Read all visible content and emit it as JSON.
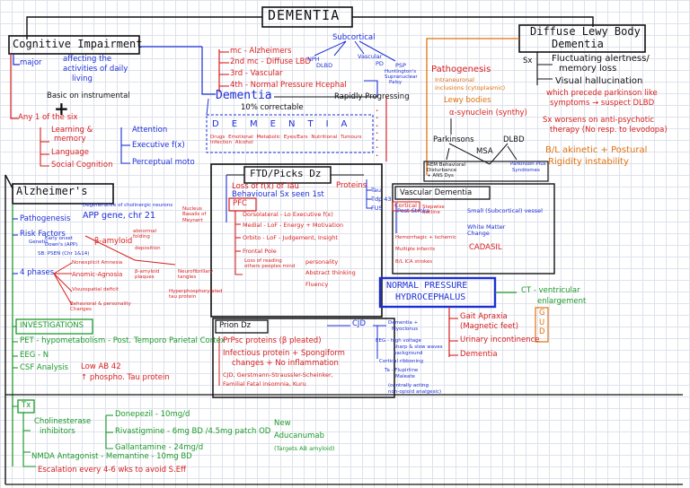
{
  "title": "DEMENTIA",
  "cognitive": {
    "heading": "Cognitive Impairment",
    "major": "major",
    "major_desc1": "affecting the",
    "major_desc2": "activities of daily",
    "major_desc3": "living",
    "basic": "Basic on instrumental",
    "plus": "+",
    "any_of_six": "Any 1 of the six",
    "learning1": "Learning &",
    "learning2": "memory",
    "language": "Language",
    "social": "Social Cognition",
    "attention": "Attention",
    "executive": "Executive f(x)",
    "perceptual": "Perceptual moto"
  },
  "causes": {
    "mc": "mc - Alzheimers",
    "second": "2nd mc - Diffuse LBD",
    "third": "3rd - Vascular",
    "fourth": "4th - Normal Pressure Hcephal",
    "subcortical": "Subcortical",
    "nph": "NPH",
    "dlbd": "DLBD",
    "vascular": "Vascular",
    "pd": "PD",
    "psp": "PSP",
    "huntington1": "Huntington's",
    "huntington2": "Supranuclear",
    "huntington3": "Palsy",
    "dementia": "Dementia",
    "reversible": "10% correctable",
    "rapid": "Rapidly Progressing"
  },
  "mnemonic": {
    "letters": [
      "D",
      "E",
      "M",
      "E",
      "N",
      "T",
      "I",
      "A"
    ],
    "notes": [
      "Drugs",
      "Emotional",
      "Metabolic",
      "Eyes/Ears",
      "Nutritional",
      "Tumours",
      "Infection",
      "Alcohol"
    ]
  },
  "lewy": {
    "heading1": "Diffuse Lewy Body",
    "heading2": "Dementia",
    "sx_label": "Sx",
    "fluct1": "Fluctuating alertness/",
    "fluct2": "memory loss",
    "visual": "Visual hallucination",
    "pathogenesis": "Pathogenesis",
    "path1": "Intraneuronal",
    "path2": "inclusions (cytoplasmic)",
    "lewy_bodies": "Lewy bodies",
    "synuclein": "α-synuclein (synthy)",
    "parkinsons": "Parkinsons",
    "dlbd": "DLBD",
    "msa": "MSA",
    "rem1": "REM Behavioral",
    "rem2": "Disturbance",
    "rem3": "+ ANS Dys",
    "parkplus1": "Parkinson Plus",
    "parkplus2": "Syndromes",
    "precede1": "which precede parkinson like",
    "precede2": "symptoms → suspect DLBD",
    "worsens1": "Sx worsens on anti-psychotic",
    "worsens2": "therapy (No resp. to levodopa)",
    "akinetic1": "B/L akinetic + Postural",
    "akinetic2": "Rigidity    instability"
  },
  "alz": {
    "heading": "Alzheimer's",
    "patho": "Pathogenesis",
    "app": "APP gene, chr 21",
    "app_note": "Degenerative of cholinergic neurons",
    "nucleus": "Nucleus Basalis of Meynert",
    "risk": "Risk Factors",
    "risk1": "Genetic",
    "risk2": "Early onset",
    "risk3": "Down's (APP)",
    "risk4": "SB: PSEN (Chr 1&14)",
    "beta": "β-amyloid",
    "abnormal": "abnormal folding",
    "deposition": "deposition",
    "stage": "4 phases",
    "stage1": "Nonexplicit Amnesia",
    "stage2": "Anomic-Agnosia",
    "stage3": "Visuospatial deficit",
    "stage4": "Behavioral & personality Changes",
    "plaques": "β-amyloid plaques",
    "tangles": "Neurofibrillary tangles",
    "tau": "Hyperphosphorylated tau protein",
    "inv_heading": "INVESTIGATIONS",
    "pet": "PET - hypometabolism - Post. Temporo Parietal Cortex",
    "eeg": "EEG - N",
    "csf": "CSF Analysis",
    "csf1": "Low AB 42",
    "csf2": "↑ phospho. Tau protein",
    "tx": "Tx",
    "chol1": "Cholinesterase",
    "chol2": "inhibitors",
    "donepezil": "Donepezil - 10mg/d",
    "rivast": "Rivastigmine - 6mg BD /4.5mg patch OD",
    "galant": "Gallantamine - 24mg/d",
    "nmda": "NMDA Antagonist - Memantine - 10mg BD",
    "new1": "New",
    "new2": "Aducanumab",
    "new3": "(Targets AB amyloid)",
    "escal": "Escalation every 4-6 wks to avoid S.Eff"
  },
  "ftd": {
    "heading": "FTD/Picks Dz",
    "loss": "Loss of f(x) of Tau",
    "behav": "Behavioural Sx seen 1st",
    "proteins": "Proteins",
    "p1": "Tau",
    "p2": "Tdp 43",
    "p3": "FUS",
    "pfc": "PFC",
    "dorso": "Dorsolateral - Lo Executive f(x)",
    "medial": "Medial - LoF - Energy + Motivation",
    "orbito": "Orbito - LoF - Judgement, Insight",
    "frontal": "Frontal Pole",
    "frontal2": "Loss of reading others peoples mind",
    "person": "personality",
    "abstract": "Abstract thinking",
    "fluency": "Fluency"
  },
  "vasc": {
    "heading": "Vascular Dementia",
    "post": "Post Stroke",
    "post2": "Stepwise decline",
    "small": "Small (Subcortical) vessel",
    "white": "White Matter Change",
    "cortical": "Cortical",
    "cadasil": "CADASIL",
    "notes1": "Hemorrhagic + Ischemic",
    "notes2": "Multiple infarcts",
    "notes3": "B/L ICA strokes"
  },
  "nph": {
    "heading1": "NORMAL PRESSURE",
    "heading2": "HYDROCEPHALUS",
    "ct1": "CT - ventricular",
    "ct2": "enlargement",
    "gait1": "Gait Apraxia",
    "gait2": "(Magnetic feet)",
    "urinary": "Urinary incontinence",
    "dementia": "Dementia",
    "gud": [
      "G",
      "U",
      "D"
    ]
  },
  "prion": {
    "heading": "Prion Dz",
    "pr1": "PrPsc proteins (β pleated)",
    "pr2": "Infectious protein + Spongiform",
    "pr3": "changes + No inflammation",
    "pr4": "CJD, Gerstmann-Straussler-Scheinker,",
    "pr5": "Familial Fatal insomnia, Kuru",
    "cjd": "CJD",
    "cjd1": "Dementia +",
    "cjd2": "Myoclonus",
    "eeg1": "EEG - high voltage",
    "eeg2": "sharp & slow waves",
    "eeg3": "background",
    "eeg4": "Cortical ribboning",
    "ta1": "Ta - Flupirtine",
    "ta2": "Maleate",
    "ta3": "(centrally acting",
    "ta4": "non-opioid analgesic)"
  }
}
